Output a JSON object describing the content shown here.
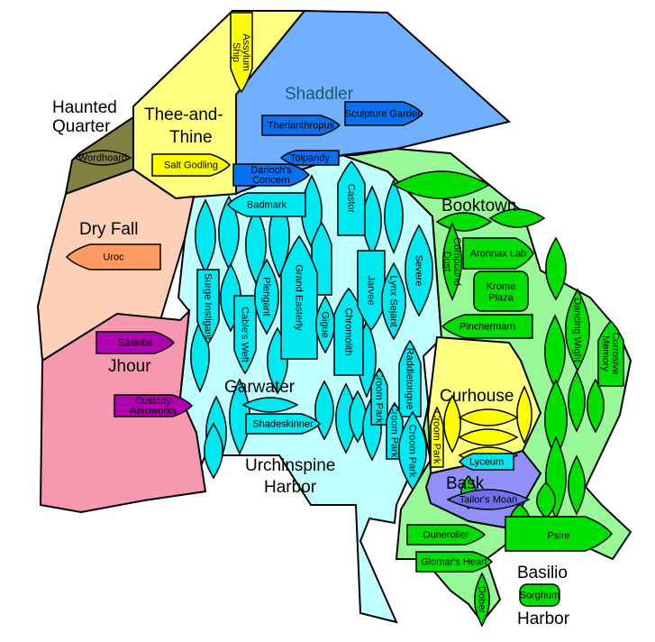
{
  "map": {
    "districts": [
      {
        "id": "haunted-quarter",
        "label_lines": [
          "Haunted",
          "Quarter"
        ],
        "color": "#808040"
      },
      {
        "id": "thee-and-thine",
        "label_lines": [
          "Thee-and-",
          "Thine"
        ],
        "color": "#FFFF80"
      },
      {
        "id": "shaddler",
        "label_lines": [
          "Shaddler"
        ],
        "color": "#70B0FF",
        "label_color": "#1E5A70"
      },
      {
        "id": "dry-fall",
        "label_lines": [
          "Dry Fall"
        ],
        "color": "#FFD0B8"
      },
      {
        "id": "jhour",
        "label_lines": [
          "Jhour"
        ],
        "color": "#F598B0"
      },
      {
        "id": "garwater",
        "label_lines": [
          "Garwater"
        ],
        "color": "#C0FFFF"
      },
      {
        "id": "booktown",
        "label_lines": [
          "Booktown"
        ],
        "color": "#98F898"
      },
      {
        "id": "curhouse",
        "label_lines": [
          "Curhouse"
        ],
        "color": "#FFFF80"
      },
      {
        "id": "bask",
        "label_lines": [
          "Bask"
        ],
        "color": "#9090F8"
      }
    ],
    "harbors": [
      {
        "id": "urchinspine-harbor",
        "label_lines": [
          "Urchinspine",
          "Harbor"
        ]
      },
      {
        "id": "basilio-harbor",
        "label_lines": [
          "Basilio",
          "Harbor"
        ]
      }
    ],
    "ships": [
      {
        "name": "Assylum Ship",
        "lines": [
          "Assylum",
          "Ship"
        ],
        "district": "thee-and-thine",
        "color": "#FFFF00"
      },
      {
        "name": "Salt Godling",
        "lines": [
          "Salt Godling"
        ],
        "district": "thee-and-thine",
        "color": "#FFFF00"
      },
      {
        "name": "Wordhoard",
        "lines": [
          "Wordhoard"
        ],
        "district": "haunted-quarter",
        "color": "#808040"
      },
      {
        "name": "Therianthropus",
        "lines": [
          "Therianthropus"
        ],
        "district": "shaddler",
        "color": "#0A70F0"
      },
      {
        "name": "Sculpture Garden",
        "lines": [
          "Sculpture Garden"
        ],
        "district": "shaddler",
        "color": "#0A70F0"
      },
      {
        "name": "Tolpandy",
        "lines": [
          "Tolpandy"
        ],
        "district": "shaddler",
        "color": "#0A70F0"
      },
      {
        "name": "Darioch's Concern",
        "lines": [
          "Darioch's",
          "Concern"
        ],
        "district": "shaddler",
        "color": "#0A70F0"
      },
      {
        "name": "Uroc",
        "lines": [
          "Uroc"
        ],
        "district": "dry-fall",
        "color": "#FF9A60"
      },
      {
        "name": "Saskital",
        "lines": [
          "Saskital"
        ],
        "district": "jhour",
        "color": "#B000B0"
      },
      {
        "name": "Custody Aeroworks",
        "lines": [
          "Custody",
          "Aeroworks"
        ],
        "district": "jhour",
        "color": "#B000B0"
      },
      {
        "name": "Badmark",
        "lines": [
          "Badmark"
        ],
        "district": "garwater",
        "color": "#00E8F0"
      },
      {
        "name": "Castor",
        "lines": [
          "Castor"
        ],
        "district": "garwater",
        "color": "#00E8F0"
      },
      {
        "name": "Surge Instigant",
        "lines": [
          "Surge Instigant"
        ],
        "district": "garwater",
        "color": "#00E8F0"
      },
      {
        "name": "Cable's Weft",
        "lines": [
          "Cable's Weft"
        ],
        "district": "garwater",
        "color": "#00E8F0"
      },
      {
        "name": "Plengant",
        "lines": [
          "Plengant"
        ],
        "district": "garwater",
        "color": "#00E8F0"
      },
      {
        "name": "Grand Easterly",
        "lines": [
          "Grand Easterly"
        ],
        "district": "garwater",
        "color": "#00E8F0"
      },
      {
        "name": "Gigue",
        "lines": [
          "Gigue"
        ],
        "district": "garwater",
        "color": "#00E8F0"
      },
      {
        "name": "Chromolith",
        "lines": [
          "Chromolith"
        ],
        "district": "garwater",
        "color": "#00E8F0"
      },
      {
        "name": "Jarvee",
        "lines": [
          "Jarvee"
        ],
        "district": "garwater",
        "color": "#00E8F0"
      },
      {
        "name": "Lynx Sejant",
        "lines": [
          "Lynx Sejant"
        ],
        "district": "garwater",
        "color": "#00E8F0"
      },
      {
        "name": "Severe",
        "lines": [
          "Severe"
        ],
        "district": "garwater",
        "color": "#00E8F0"
      },
      {
        "name": "Raddletongue",
        "lines": [
          "Raddletongue"
        ],
        "district": "garwater",
        "color": "#00E8F0"
      },
      {
        "name": "Croom Park 1",
        "lines": [
          "Croom Park"
        ],
        "district": "garwater",
        "color": "#00E8F0"
      },
      {
        "name": "Croom Park 2",
        "lines": [
          "Croom Park"
        ],
        "district": "garwater",
        "color": "#00E8F0"
      },
      {
        "name": "Croom Park 3",
        "lines": [
          "Croom Park"
        ],
        "district": "garwater",
        "color": "#00E8F0"
      },
      {
        "name": "Shadeskinner",
        "lines": [
          "Shadeskinner"
        ],
        "district": "garwater",
        "color": "#00E8F0"
      },
      {
        "name": "Compound Dust",
        "lines": [
          "Compound",
          "Dust"
        ],
        "district": "booktown",
        "color": "#00E000"
      },
      {
        "name": "Aronnax Lab",
        "lines": [
          "Aronnax Lab"
        ],
        "district": "booktown",
        "color": "#00E000"
      },
      {
        "name": "Krome Plaza",
        "lines": [
          "Krome",
          "Plaza"
        ],
        "district": "booktown",
        "color": "#00E000"
      },
      {
        "name": "Pinchermarn",
        "lines": [
          "Pinchermarn"
        ],
        "district": "booktown",
        "color": "#00E000"
      },
      {
        "name": "Dancing Wight",
        "lines": [
          "Dancing Wight"
        ],
        "district": "booktown",
        "color": "#00E000"
      },
      {
        "name": "Corrosive Memory",
        "lines": [
          "Corrosive",
          "Memory"
        ],
        "district": "booktown",
        "color": "#00E000"
      },
      {
        "name": "Croom Park 4",
        "lines": [
          "Croom Park"
        ],
        "district": "curhouse",
        "color": "#FFFF00"
      },
      {
        "name": "Lyceum",
        "lines": [
          "Lyceum"
        ],
        "district": "curhouse",
        "color": "#00E8F0"
      },
      {
        "name": "Tailor's Moan",
        "lines": [
          "Tailor's Moan"
        ],
        "district": "bask",
        "color": "#7070F0"
      },
      {
        "name": "Duneroller",
        "lines": [
          "Duneroller"
        ],
        "district": "basilio",
        "color": "#00E000"
      },
      {
        "name": "Glomar's Heart",
        "lines": [
          "Glomar's Heart"
        ],
        "district": "basilio",
        "color": "#00E000"
      },
      {
        "name": "Dober",
        "lines": [
          "Dober"
        ],
        "district": "basilio",
        "color": "#00E000"
      },
      {
        "name": "Psire",
        "lines": [
          "Psire"
        ],
        "district": "basilio",
        "color": "#00E000"
      },
      {
        "name": "Sorghum",
        "lines": [
          "Sorghum"
        ],
        "district": "basilio-harbor",
        "color": "#00E000"
      }
    ]
  }
}
